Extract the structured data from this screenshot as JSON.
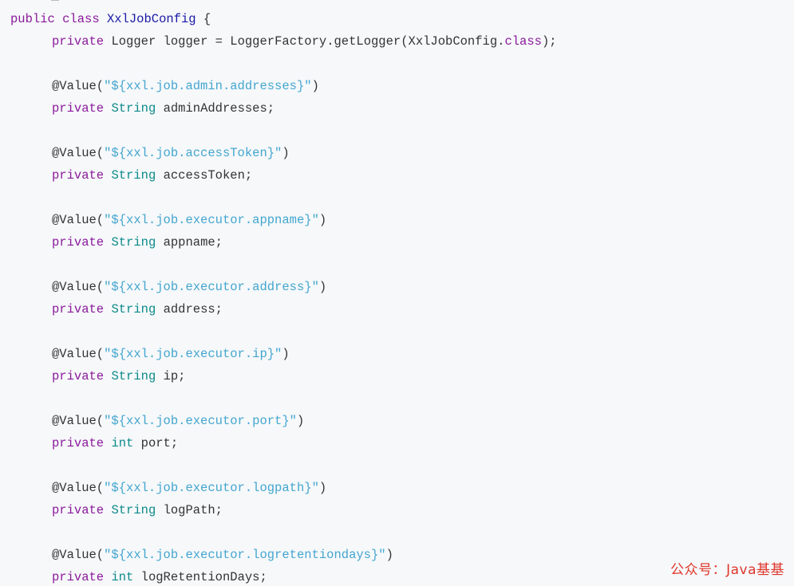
{
  "code": {
    "line1": {
      "kw_public": "public",
      "kw_class": "class",
      "class_name": "XxlJobConfig",
      "brace": "{"
    },
    "line2": {
      "kw_private": "private",
      "type": "Logger",
      "rest_a": "logger = LoggerFactory.getLogger(XxlJobConfig.",
      "kw_class": "class",
      "rest_b": ");"
    },
    "fields": [
      {
        "annotation": "@Value(",
        "value_str": "\"${xxl.job.admin.addresses}\"",
        "close_paren": ")",
        "kw_private": "private",
        "type": "String",
        "name": "adminAddresses;"
      },
      {
        "annotation": "@Value(",
        "value_str": "\"${xxl.job.accessToken}\"",
        "close_paren": ")",
        "kw_private": "private",
        "type": "String",
        "name": "accessToken;"
      },
      {
        "annotation": "@Value(",
        "value_str": "\"${xxl.job.executor.appname}\"",
        "close_paren": ")",
        "kw_private": "private",
        "type": "String",
        "name": "appname;"
      },
      {
        "annotation": "@Value(",
        "value_str": "\"${xxl.job.executor.address}\"",
        "close_paren": ")",
        "kw_private": "private",
        "type": "String",
        "name": "address;"
      },
      {
        "annotation": "@Value(",
        "value_str": "\"${xxl.job.executor.ip}\"",
        "close_paren": ")",
        "kw_private": "private",
        "type": "String",
        "name": "ip;"
      },
      {
        "annotation": "@Value(",
        "value_str": "\"${xxl.job.executor.port}\"",
        "close_paren": ")",
        "kw_private": "private",
        "type": "int",
        "name": "port;"
      },
      {
        "annotation": "@Value(",
        "value_str": "\"${xxl.job.executor.logpath}\"",
        "close_paren": ")",
        "kw_private": "private",
        "type": "String",
        "name": "logPath;"
      },
      {
        "annotation": "@Value(",
        "value_str": "\"${xxl.job.executor.logretentiondays}\"",
        "close_paren": ")",
        "kw_private": "private",
        "type": "int",
        "name": "logRetentionDays;"
      }
    ]
  },
  "watermark": "公众号：Java基基",
  "colors": {
    "background": "#f6f8fa",
    "keyword": "#8b1a9b",
    "type": "#0e8a8a",
    "class_name": "#1a1aa6",
    "string": "#44a6cf",
    "plain": "#333333",
    "watermark": "#e0362c"
  }
}
